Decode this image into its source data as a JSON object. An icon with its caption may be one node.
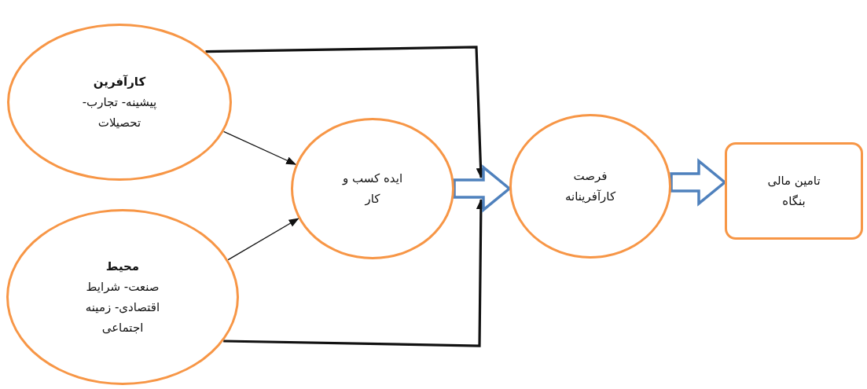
{
  "diagram": {
    "nodes": [
      {
        "text": [
          "کارآفرین",
          "پیشینه- تجارب- تحصیلات"
        ]
      },
      {
        "text": [
          "محیط",
          "صنعت- شرایط اقتصادی- زمینه اجتماعی"
        ]
      },
      {
        "text": [
          "ایده کسب و کار"
        ]
      },
      {
        "text": [
          "فرصت کارآفرینانه"
        ]
      },
      {
        "text": [
          "تامین مالی بنگاه"
        ]
      }
    ],
    "edges": [
      {
        "from": 0,
        "to": 2,
        "arrow": "to"
      },
      {
        "from": 1,
        "to": 2,
        "arrow": "to"
      },
      {
        "from": 0,
        "to": null,
        "arrow": "to",
        "style": "thick"
      },
      {
        "from": 1,
        "to": null,
        "arrow": "to",
        "style": "thick"
      },
      {
        "from": 2,
        "to": 3,
        "arrow": "to",
        "style": "thick",
        "color": "#4f81bd"
      },
      {
        "from": 3,
        "to": 4,
        "arrow": "to",
        "style": "thick",
        "color": "#4f81bd"
      }
    ]
  }
}
